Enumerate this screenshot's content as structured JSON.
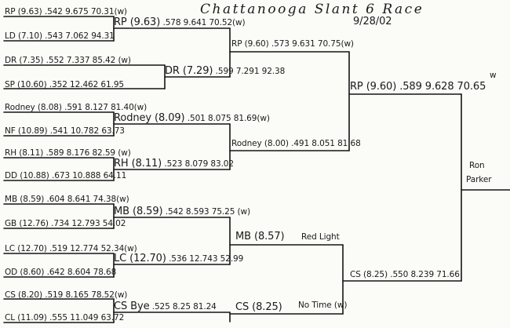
{
  "title": "Chattanooga Slant 6 Race",
  "date": "9/28/02",
  "round1": [
    "RP (9.63) .542 9.675 70.31(w)",
    "LD (7.10) .543 7.062 94.31",
    "DR (7.35) .552 7.337 85.42 (w)",
    "SP (10.60) .352 12.462 61.95",
    "Rodney (8.08) .591 8.127 81.40(w)",
    "NF (10.89) .541 10.782 63.73",
    "RH (8.11) .589 8.176 82.59 (w)",
    "DD (10.88) .673 10.888 64.11",
    "MB (8.59) .604 8.641 74.38(w)",
    "GB (12.76) .734 12.793 54.02",
    "LC (12.70) .519 12.774 52.34(w)",
    "OD (8.60) .642 8.604 78.68",
    "CS (8.20) .519 8.165 78.52(w)",
    "CL (11.09) .555 11.049 63.72"
  ],
  "round2": [
    {
      "name": "RP (9.63)",
      "stats": ".578 9.641 70.52(w)"
    },
    {
      "name": "DR (7.29)",
      "stats": ".599 7.291 92.38"
    },
    {
      "name": "Rodney (8.09)",
      "stats": ".501 8.075 81.69(w)"
    },
    {
      "name": "RH (8.11)",
      "stats": ".523 8.079 83.02"
    },
    {
      "name": "MB (8.59)",
      "stats": ".542 8.593 75.25 (w)"
    },
    {
      "name": "LC (12.70)",
      "stats": ".536 12.743 52.99"
    },
    {
      "name": "CS Bye",
      "stats": ".525 8.25 81.24"
    }
  ],
  "round3": [
    "RP (9.60) .573 9.631 70.75(w)",
    "Rodney (8.00) .491 8.051 81.68",
    "MB (8.57)",
    "CS (8.25)"
  ],
  "round3_notes": {
    "mb": "Red Light",
    "cs": "No Time (w)"
  },
  "round4": [
    "RP (9.60) .589 9.628 70.65",
    "CS (8.25) .550 8.239 71.66"
  ],
  "final_w": "w",
  "winner": [
    "Ron",
    "Parker"
  ]
}
